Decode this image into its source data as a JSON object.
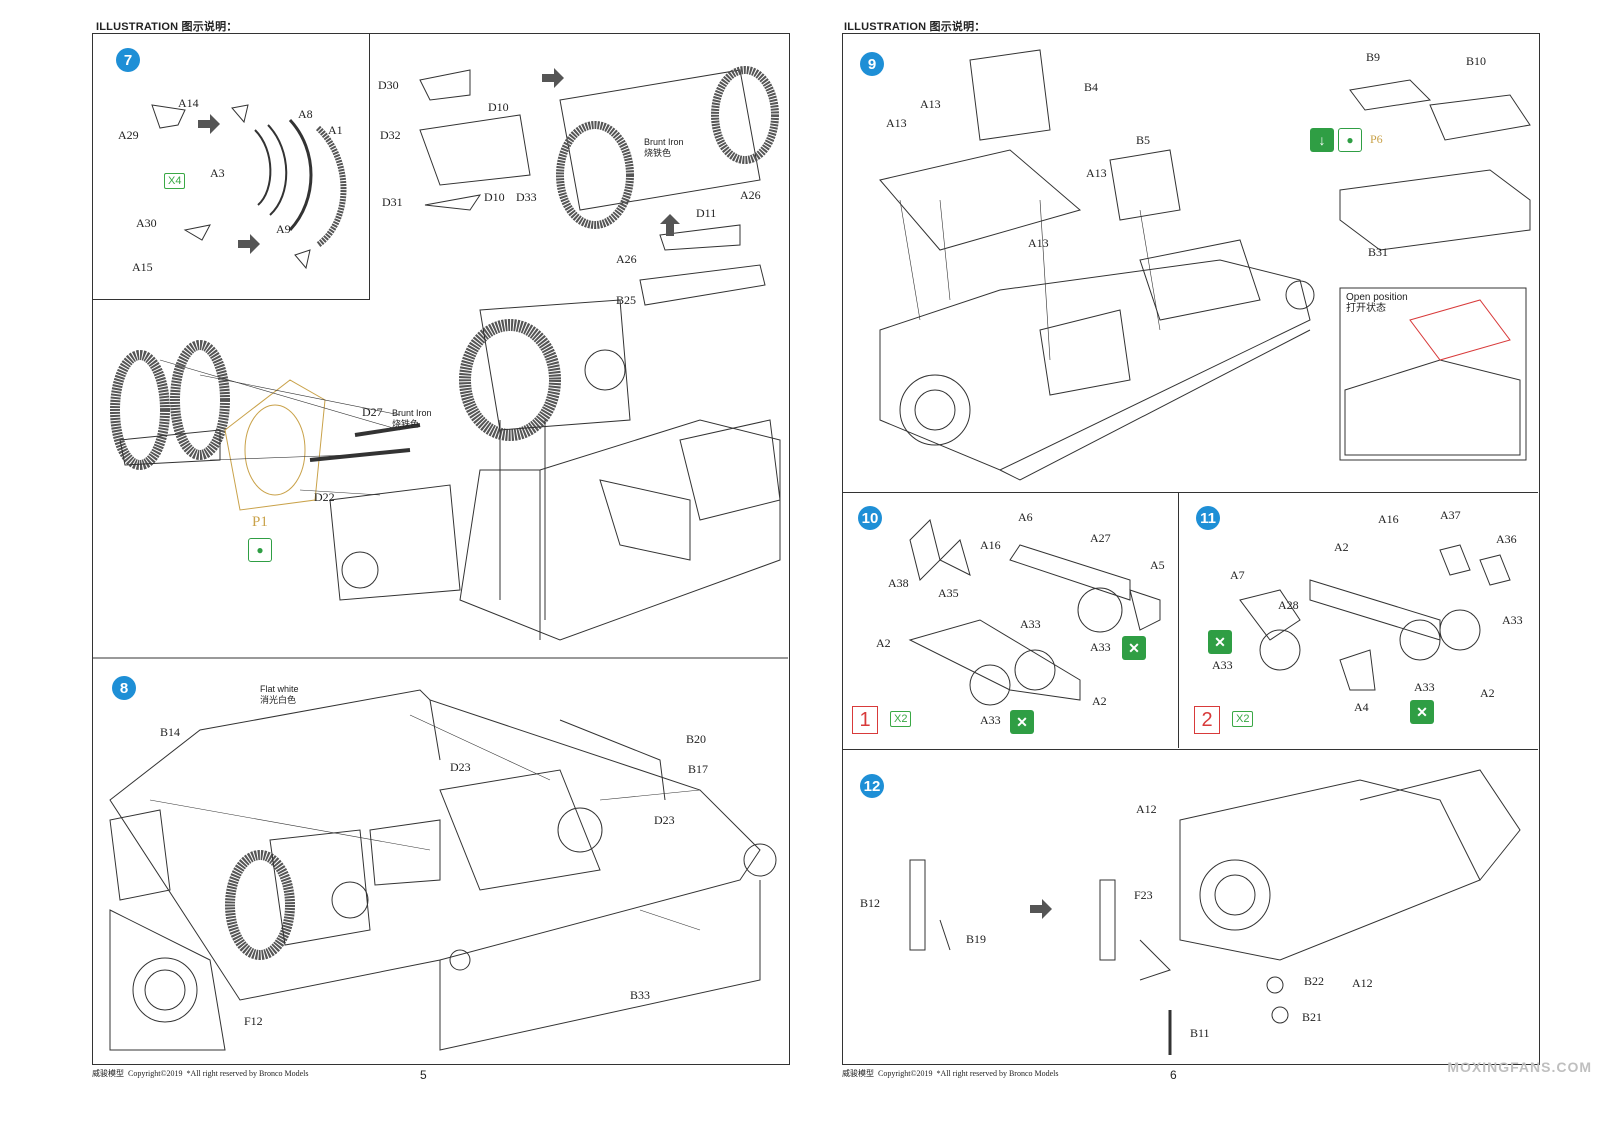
{
  "left_page": {
    "header": "ILLUSTRATION 图示说明：",
    "footer_brand": "威骏模型",
    "footer_copyright": "Copyright©2019",
    "footer_rights": "*All right reserved by Bronco Models",
    "page_number": "5",
    "step7": {
      "number": "7",
      "labels": {
        "A14": "A14",
        "A29": "A29",
        "A3": "A3",
        "A8": "A8",
        "A1": "A1",
        "A9": "A9",
        "A30": "A30",
        "A15": "A15",
        "D30": "D30",
        "D32": "D32",
        "D10a": "D10",
        "D31": "D31",
        "D10b": "D10",
        "D33": "D33",
        "D11": "D11",
        "A26a": "A26",
        "A26b": "A26",
        "B25": "B25",
        "D27": "D27",
        "D22": "D22",
        "P1": "P1"
      },
      "multiplier": "X4",
      "note_brunt_iron_1": "Brunt Iron",
      "note_brunt_iron_1_cn": "烧铁色",
      "note_brunt_iron_2": "Brunt Iron",
      "note_brunt_iron_2_cn": "烧铁色"
    },
    "step8": {
      "number": "8",
      "note_flat_white": "Flat white",
      "note_flat_white_cn": "消光白色",
      "labels": {
        "B14": "B14",
        "D23a": "D23",
        "B20": "B20",
        "B17": "B17",
        "D23b": "D23",
        "B33": "B33",
        "F12": "F12"
      }
    }
  },
  "right_page": {
    "header": "ILLUSTRATION 图示说明：",
    "footer_brand": "威骏模型",
    "footer_copyright": "Copyright©2019",
    "footer_rights": "*All right reserved by Bronco Models",
    "page_number": "6",
    "watermark": "MOXINGFANS.COM",
    "step9": {
      "number": "9",
      "labels": {
        "B4": "B4",
        "A13a": "A13",
        "A13b": "A13",
        "A13c": "A13",
        "A13d": "A13",
        "B5": "B5",
        "B9": "B9",
        "B10": "B10",
        "P6": "P6",
        "B31": "B31"
      },
      "open_position": "Open position",
      "open_position_cn": "打开状态"
    },
    "step10": {
      "number": "10",
      "labels": {
        "A6": "A6",
        "A27": "A27",
        "A5": "A5",
        "A38": "A38",
        "A35": "A35",
        "A16": "A16",
        "A2a": "A2",
        "A33a": "A33",
        "A33b": "A33",
        "A33c": "A33",
        "A2b": "A2"
      },
      "sub_number": "1",
      "multiplier": "X2"
    },
    "step11": {
      "number": "11",
      "labels": {
        "A16": "A16",
        "A37": "A37",
        "A36": "A36",
        "A2a": "A2",
        "A7": "A7",
        "A28": "A28",
        "A33a": "A33",
        "A33b": "A33",
        "A33c": "A33",
        "A4": "A4",
        "A2b": "A2"
      },
      "sub_number": "2",
      "multiplier": "X2"
    },
    "step12": {
      "number": "12",
      "labels": {
        "A12a": "A12",
        "B12": "B12",
        "B19": "B19",
        "F23": "F23",
        "A12b": "A12",
        "B22": "B22",
        "B21": "B21",
        "B11": "B11"
      }
    }
  },
  "colors": {
    "badge_blue": "#1e8fd6",
    "paint_green": "#2f9e44",
    "red_marker": "#d83a3a",
    "decal_tan": "#c9a24a",
    "line": "#333333"
  },
  "icons": [
    "glue-icon",
    "paint-icon",
    "no-glue-icon",
    "next-arrow-icon"
  ]
}
